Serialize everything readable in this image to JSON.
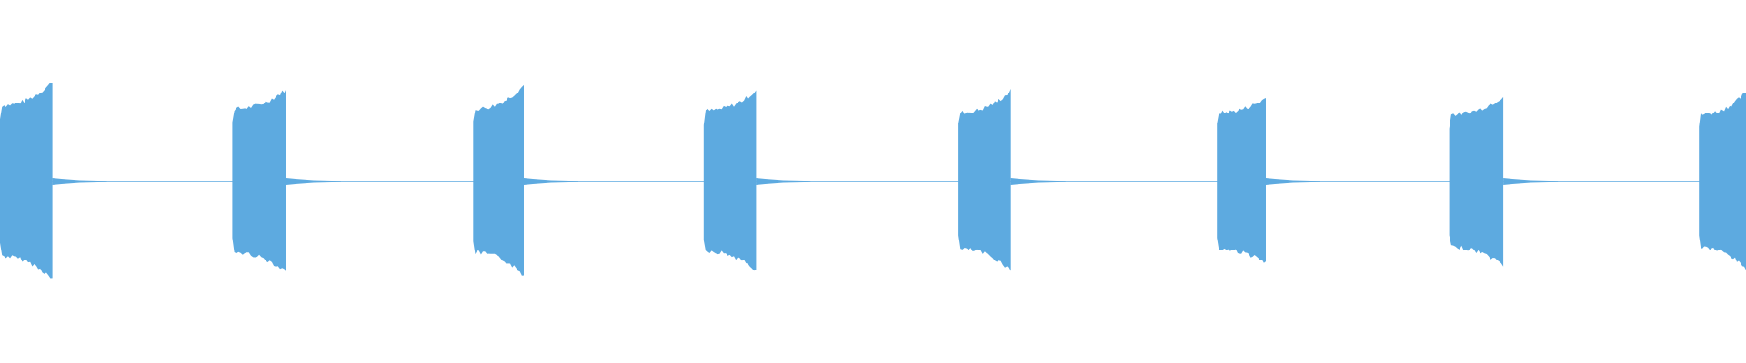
{
  "waveform": {
    "color": "#5DAAE0",
    "background": "#FFFFFF",
    "clip_count": 8,
    "bursts": [
      {
        "start": 0.0,
        "end": 0.03,
        "amp_start": 0.42,
        "amp_end": 0.55
      },
      {
        "start": 0.133,
        "end": 0.164,
        "amp_start": 0.4,
        "amp_end": 0.51
      },
      {
        "start": 0.271,
        "end": 0.3,
        "amp_start": 0.4,
        "amp_end": 0.53
      },
      {
        "start": 0.403,
        "end": 0.433,
        "amp_start": 0.39,
        "amp_end": 0.5
      },
      {
        "start": 0.549,
        "end": 0.579,
        "amp_start": 0.38,
        "amp_end": 0.5
      },
      {
        "start": 0.697,
        "end": 0.725,
        "amp_start": 0.38,
        "amp_end": 0.46
      },
      {
        "start": 0.83,
        "end": 0.861,
        "amp_start": 0.37,
        "amp_end": 0.47
      },
      {
        "start": 0.973,
        "end": 1.0,
        "amp_start": 0.37,
        "amp_end": 0.49
      }
    ]
  }
}
